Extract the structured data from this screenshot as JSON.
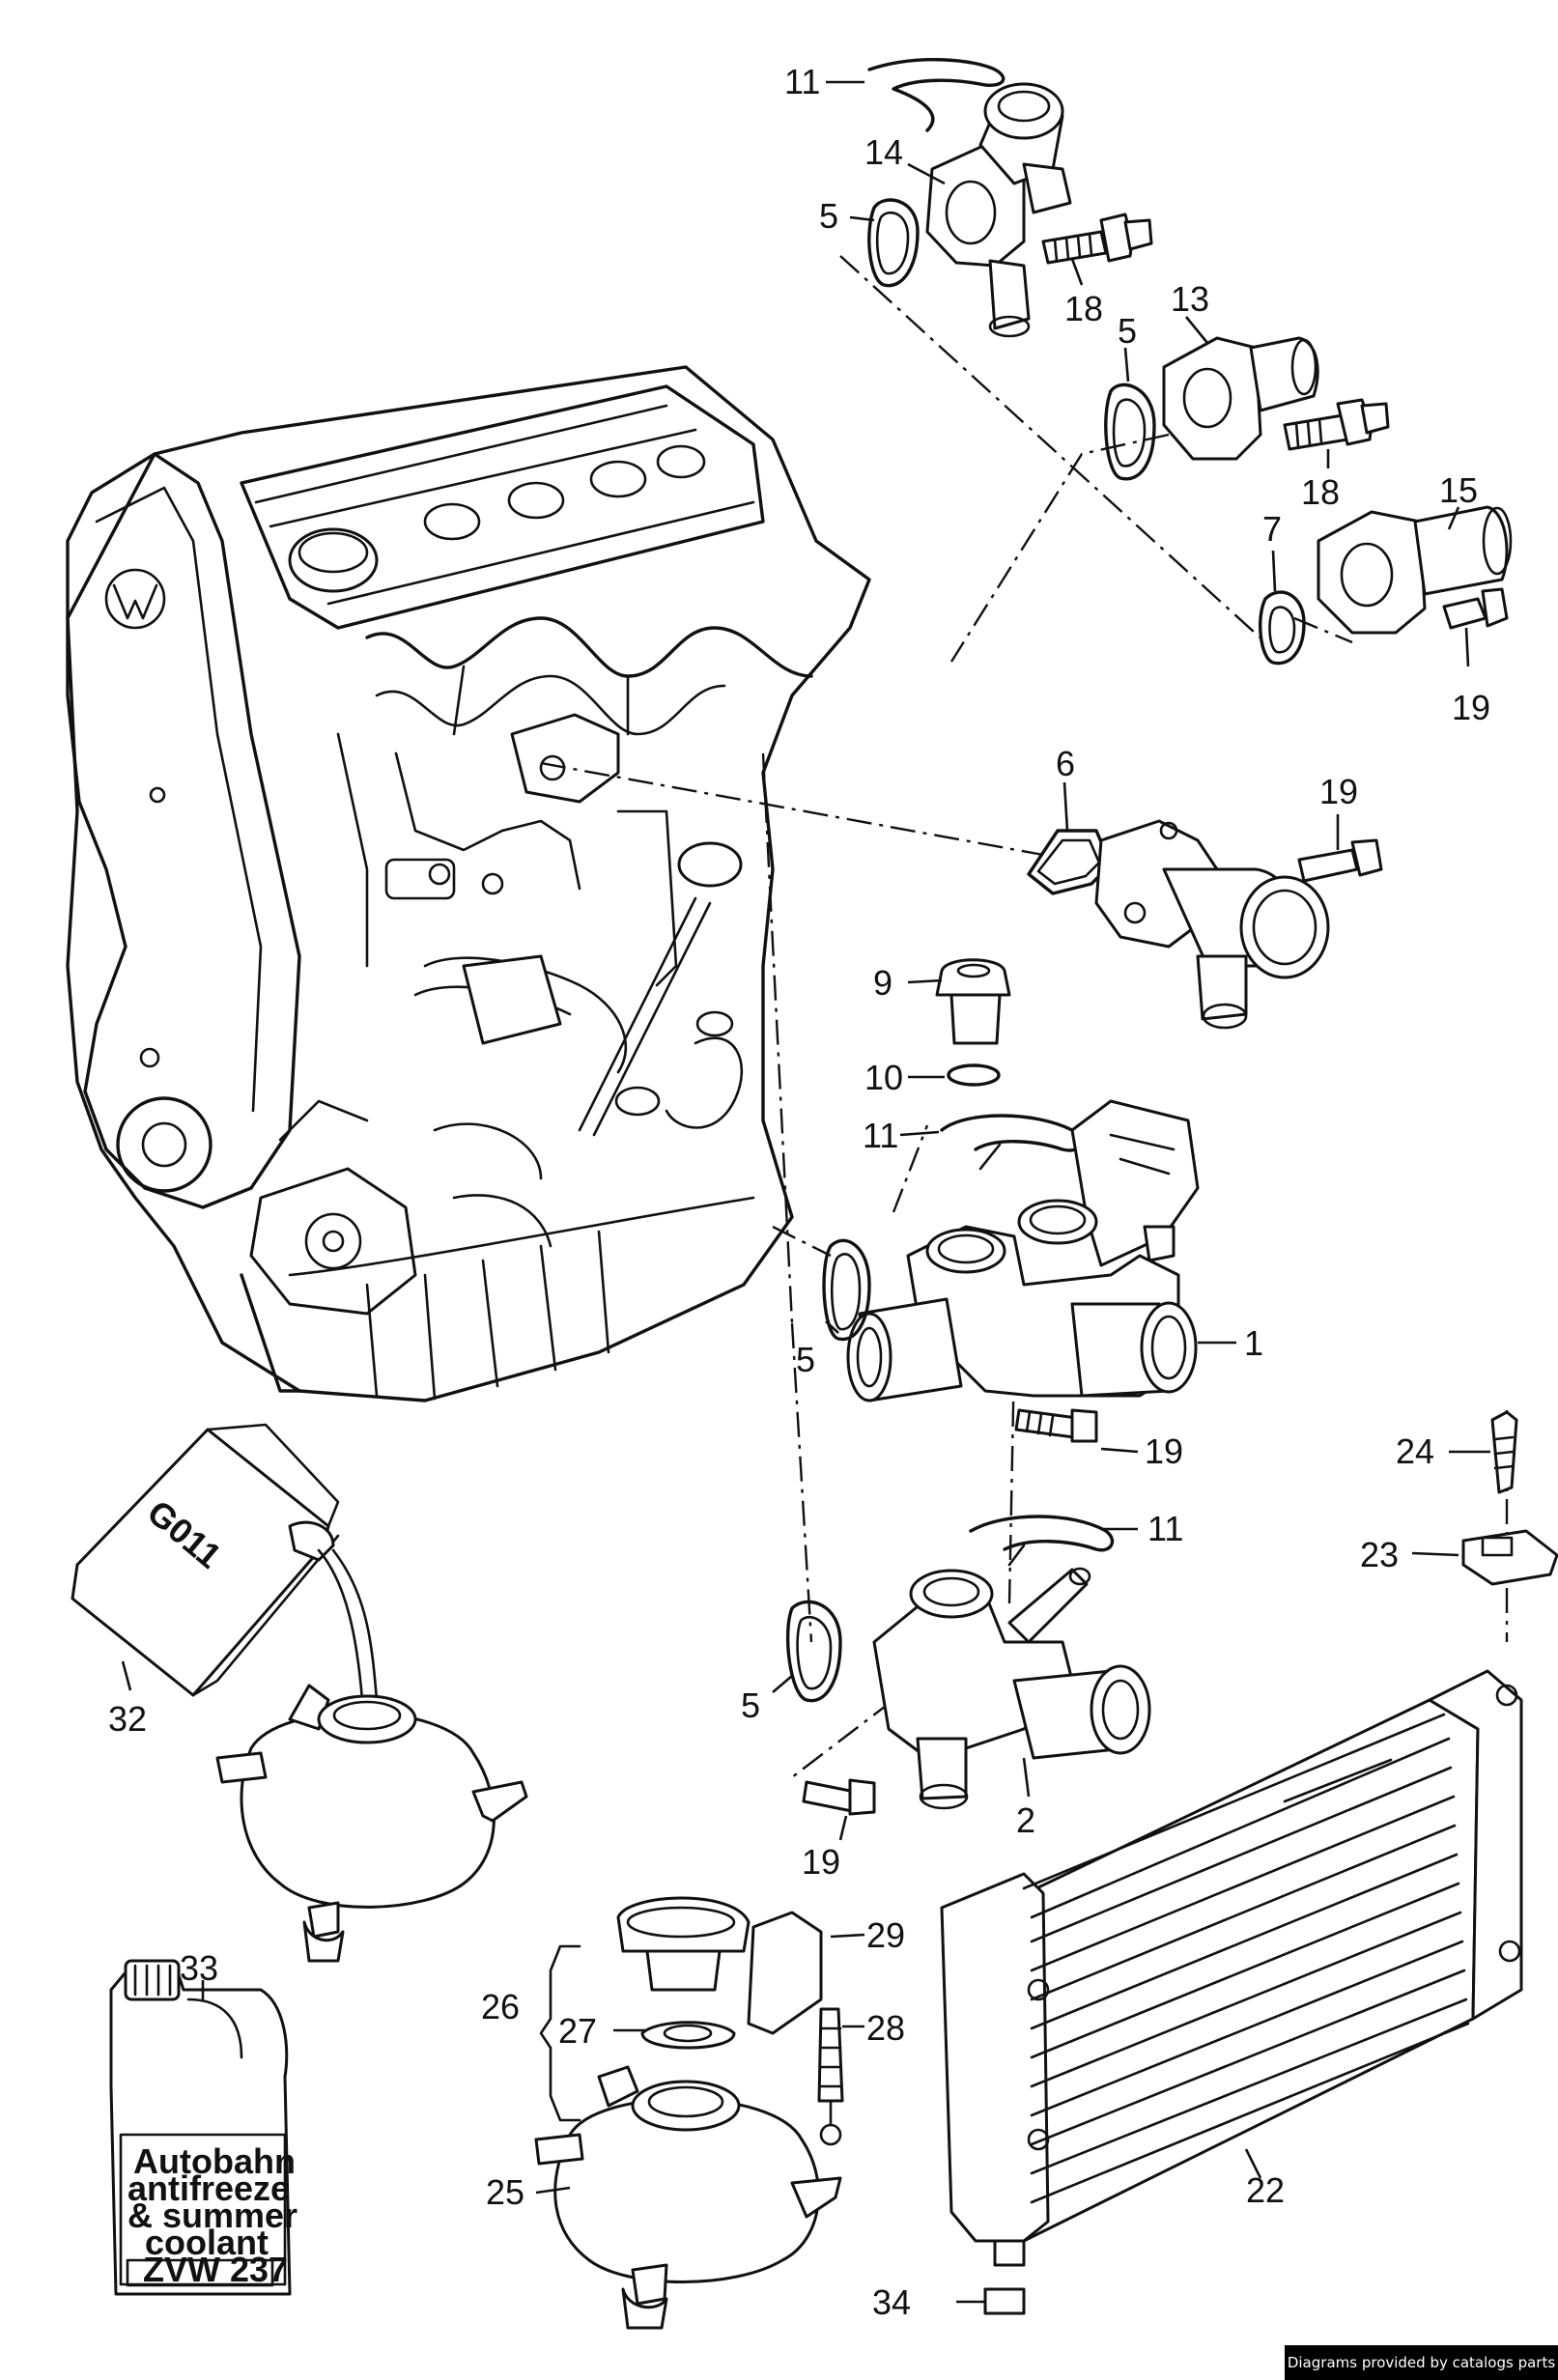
{
  "diagram": {
    "labels": [
      {
        "id": "11",
        "text": "11"
      },
      {
        "id": "14",
        "text": "14"
      },
      {
        "id": "5",
        "text": "5"
      },
      {
        "id": "18",
        "text": "18"
      },
      {
        "id": "13",
        "text": "13"
      },
      {
        "id": "15",
        "text": "15"
      },
      {
        "id": "7",
        "text": "7"
      },
      {
        "id": "19",
        "text": "19"
      },
      {
        "id": "6",
        "text": "6"
      },
      {
        "id": "9",
        "text": "9"
      },
      {
        "id": "10",
        "text": "10"
      },
      {
        "id": "1",
        "text": "1"
      },
      {
        "id": "24",
        "text": "24"
      },
      {
        "id": "23",
        "text": "23"
      },
      {
        "id": "32",
        "text": "32"
      },
      {
        "id": "2",
        "text": "2"
      },
      {
        "id": "29",
        "text": "29"
      },
      {
        "id": "26",
        "text": "26"
      },
      {
        "id": "27",
        "text": "27"
      },
      {
        "id": "28",
        "text": "28"
      },
      {
        "id": "33",
        "text": "33"
      },
      {
        "id": "22",
        "text": "22"
      },
      {
        "id": "25",
        "text": "25"
      },
      {
        "id": "34",
        "text": "34"
      }
    ],
    "can_lettering": "G011",
    "bottle_label": [
      "Autobahn",
      "antifreeze",
      "& summer",
      "coolant",
      "ZVW 237"
    ]
  },
  "credit": "Diagrams provided by catalogs parts"
}
